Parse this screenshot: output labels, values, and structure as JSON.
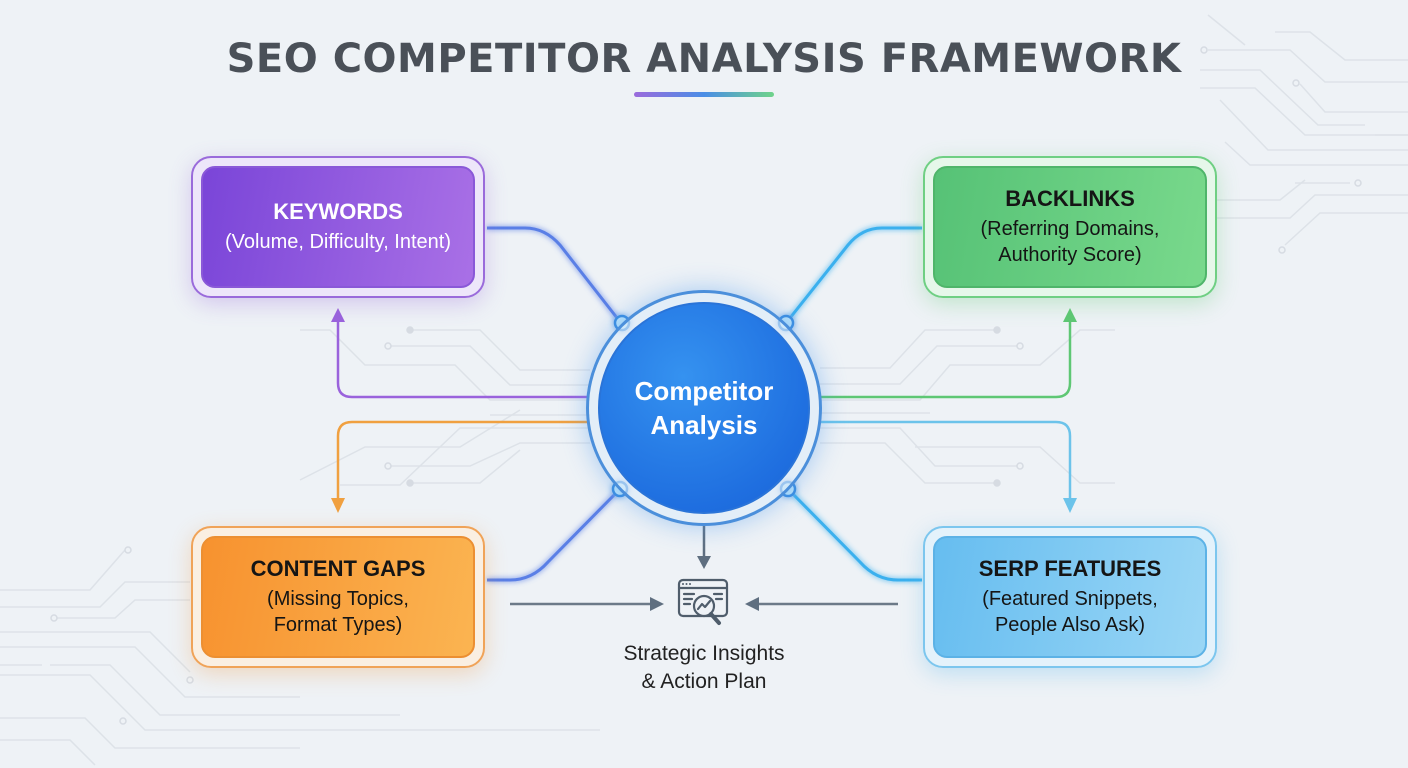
{
  "header": {
    "title": "SEO COMPETITOR ANALYSIS FRAMEWORK"
  },
  "hub": {
    "line1": "Competitor",
    "line2": "Analysis",
    "color": "#1f6fe0"
  },
  "nodes": {
    "keywords": {
      "heading": "KEYWORDS",
      "detail1": "(Volume, Difficulty, Intent)",
      "detail2": "",
      "color": "#8a58d8"
    },
    "backlinks": {
      "heading": "BACKLINKS",
      "detail1": "(Referring Domains,",
      "detail2": "Authority Score)",
      "color": "#56c276"
    },
    "content_gaps": {
      "heading": "CONTENT GAPS",
      "detail1": "(Missing Topics,",
      "detail2": "Format Types)",
      "color": "#f7922f"
    },
    "serp_features": {
      "heading": "SERP FEATURES",
      "detail1": "(Featured Snippets,",
      "detail2": "People Also Ask)",
      "color": "#66bdf0"
    }
  },
  "output": {
    "icon": "browser-analytics-magnifier-icon",
    "line1": "Strategic Insights",
    "line2": "& Action Plan"
  },
  "connections": [
    {
      "from": "hub",
      "to": "keywords",
      "style": "arrow",
      "color": "#9a63dc"
    },
    {
      "from": "hub",
      "to": "backlinks",
      "style": "arrow",
      "color": "#5ec774"
    },
    {
      "from": "hub",
      "to": "content_gaps",
      "style": "arrow",
      "color": "#f0a040"
    },
    {
      "from": "hub",
      "to": "serp_features",
      "style": "arrow",
      "color": "#6cc3ea"
    },
    {
      "from": "hub",
      "to": "output",
      "style": "arrow",
      "color": "#5f6f80"
    },
    {
      "from": "content_gaps",
      "to": "output",
      "style": "arrow",
      "color": "#5f6f80"
    },
    {
      "from": "serp_features",
      "to": "output",
      "style": "arrow",
      "color": "#5f6f80"
    }
  ]
}
